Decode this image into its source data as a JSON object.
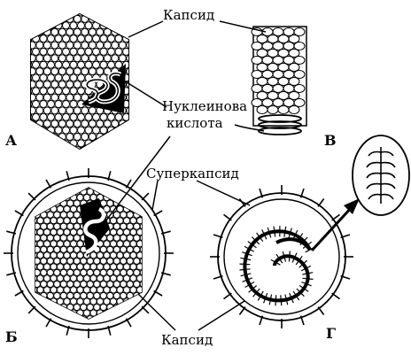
{
  "labels": {
    "capsid_top": "Капсид",
    "nucleic_line1": "Нуклеинова",
    "nucleic_line2": "кислота",
    "supercapsid": "Суперкапсид",
    "capsid_bottom": "Капсид"
  },
  "panels": {
    "a": "А",
    "v": "В",
    "b": "Б",
    "g": "Г"
  },
  "colors": {
    "ink": "#000000",
    "paper": "#ffffff"
  }
}
